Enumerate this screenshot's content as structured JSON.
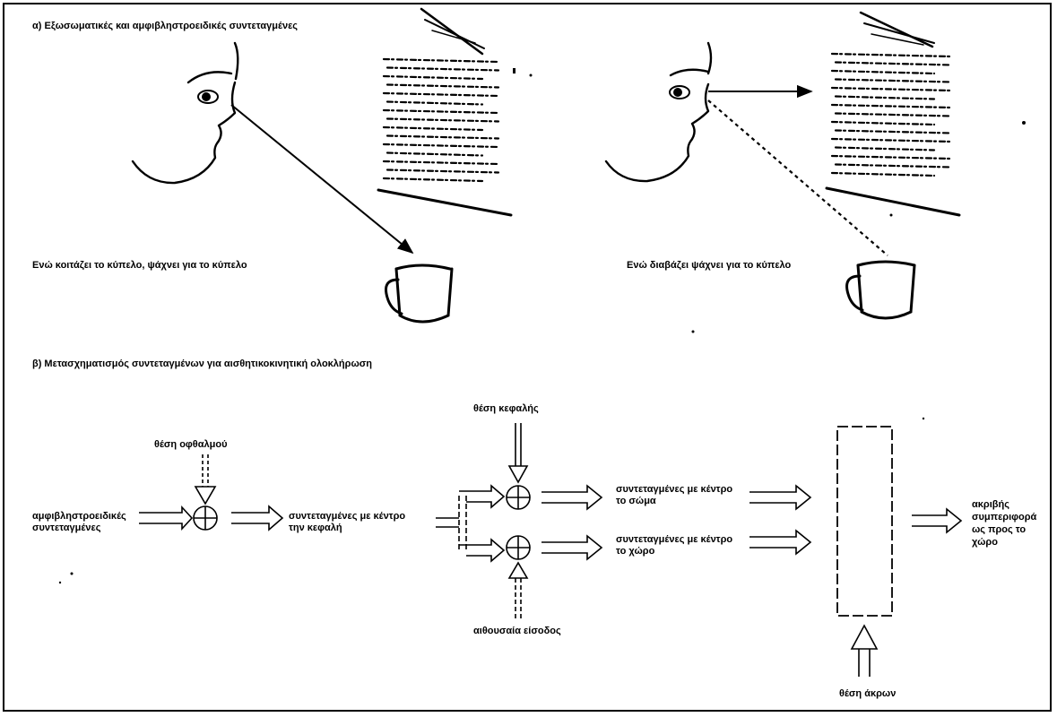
{
  "section_a": {
    "heading": "α) Εξωσωματικές και αμφιβληστροειδικές συντεταγμένες",
    "left_caption": "Ενώ κοιτάζει το κύπελο, ψάχνει για το κύπελο",
    "right_caption": "Ενώ διαβάζει ψάχνει για το κύπελο"
  },
  "section_b": {
    "heading": "β) Μετασχηματισμός συντεταγμένων για αισθητικοκινητική ολοκλήρωση",
    "eye_position": "θέση οφθαλμού",
    "retinal_coords": "αμφιβληστροειδικές συντεταγμένες",
    "head_centered": "συντεταγμένες με κέντρο την κεφαλή",
    "head_position": "θέση κεφαλής",
    "body_centered": "συντεταγμένες με κέντρο το σώμα",
    "space_centered": "συντεταγμένες με κέντρο το χώρο",
    "vestibular_input": "αιθουσαία είσοδος",
    "limb_position": "θέση άκρων",
    "output": "ακριβής συμπεριφορά ως προς το χώρο"
  }
}
